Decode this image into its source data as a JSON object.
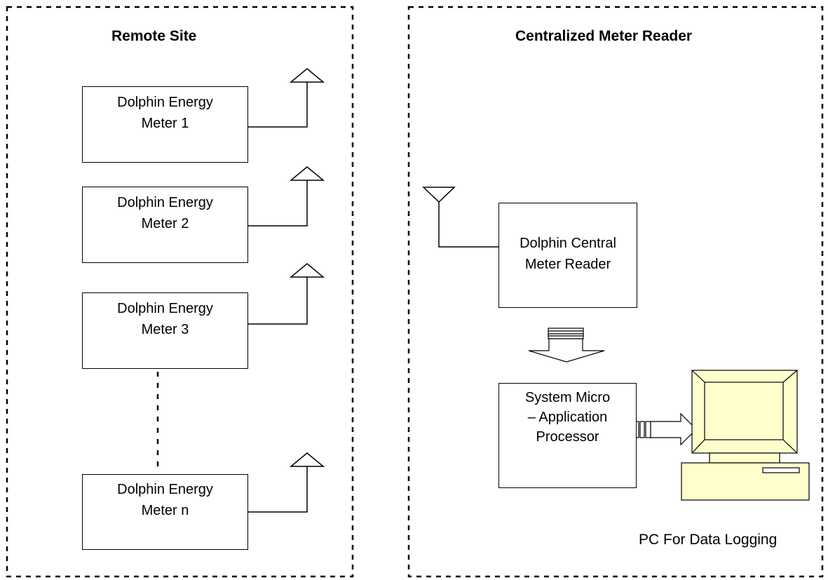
{
  "remote_site": {
    "title": "Remote Site",
    "meters": [
      {
        "line1": "Dolphin Energy",
        "line2": "Meter 1"
      },
      {
        "line1": "Dolphin Energy",
        "line2": "Meter 2"
      },
      {
        "line1": "Dolphin Energy",
        "line2": "Meter 3"
      },
      {
        "line1": "Dolphin Energy",
        "line2": "Meter n"
      }
    ]
  },
  "central": {
    "title": "Centralized Meter Reader",
    "reader": {
      "line1": "Dolphin Central",
      "line2": "Meter Reader"
    },
    "processor": {
      "line1": "System Micro",
      "line2": "– Application",
      "line3": "Processor"
    },
    "pc_label": "PC For Data Logging"
  },
  "colors": {
    "pc_fill": "#ffffcc",
    "line": "#000000"
  }
}
